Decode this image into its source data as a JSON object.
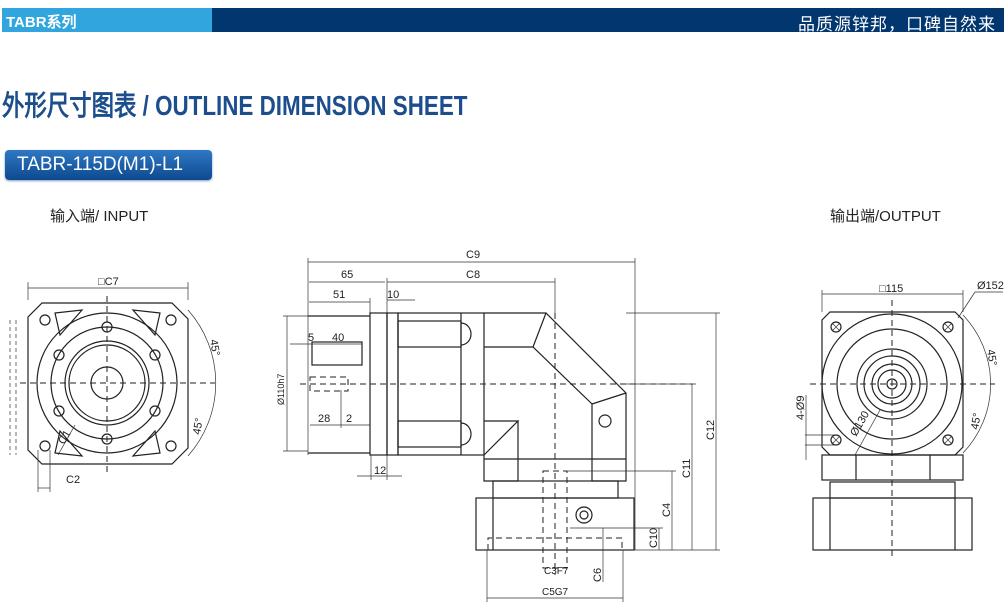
{
  "header": {
    "series": "TABR系列",
    "slogan": "品质源锌邦，口碑自然来"
  },
  "title": "外形尺寸图表 / OUTLINE DIMENSION SHEET",
  "model": "TABR-115D(M1)-L1",
  "input_view": {
    "label": "输入端/ INPUT",
    "dims": {
      "c7": "□C7",
      "c1": "C1",
      "c2": "C2",
      "angle1": "45°",
      "angle2": "45°"
    }
  },
  "side_view": {
    "dims": {
      "c9": "C9",
      "d65": "65",
      "c8": "C8",
      "d51": "51",
      "d10": "10",
      "d5": "5",
      "d40": "40",
      "d28": "28",
      "d2": "2",
      "d12": "12",
      "dia110": "Ø110h7",
      "c12": "C12",
      "c11": "C11",
      "c4": "C4",
      "c10": "C10",
      "c3": "C3F7",
      "c6": "C6",
      "c5": "C5G7"
    }
  },
  "output_view": {
    "label": "输出端/OUTPUT",
    "dims": {
      "sq115": "□115",
      "dia152": "Ø152",
      "holes": "4-Ø9",
      "dia130": "Ø130",
      "angle1": "45°",
      "angle2": "45°"
    }
  }
}
